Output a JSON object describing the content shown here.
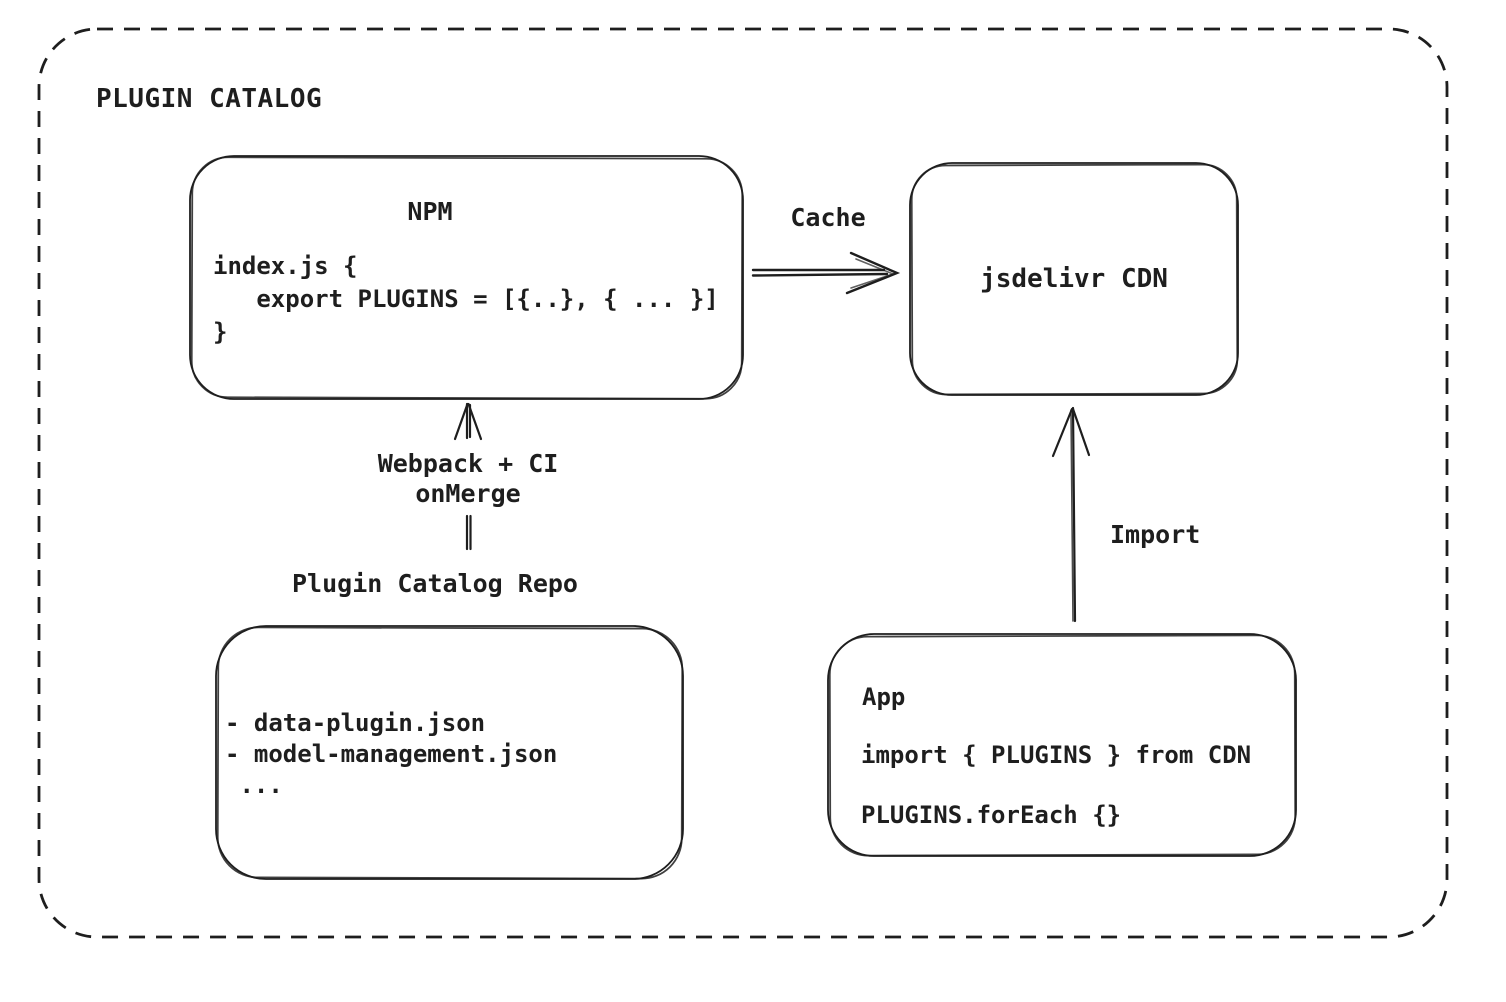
{
  "title": "PLUGIN CATALOG",
  "colors": {
    "stroke": "#1e1e1e",
    "background": "#ffffff"
  },
  "nodes": {
    "npm": {
      "title": "NPM",
      "code": "index.js {\n   export PLUGINS = [{..}, { ... }]\n}"
    },
    "cdn": {
      "label": "jsdelivr CDN"
    },
    "repo": {
      "heading": "Plugin Catalog Repo",
      "files": "- data-plugin.json\n- model-management.json\n ..."
    },
    "app": {
      "title": "App",
      "import_line": "import { PLUGINS } from CDN",
      "foreach_line": "PLUGINS.forEach {}"
    }
  },
  "edges": {
    "cache": {
      "label": "Cache"
    },
    "build": {
      "label": "Webpack + CI\nonMerge"
    },
    "import": {
      "label": "Import"
    }
  }
}
